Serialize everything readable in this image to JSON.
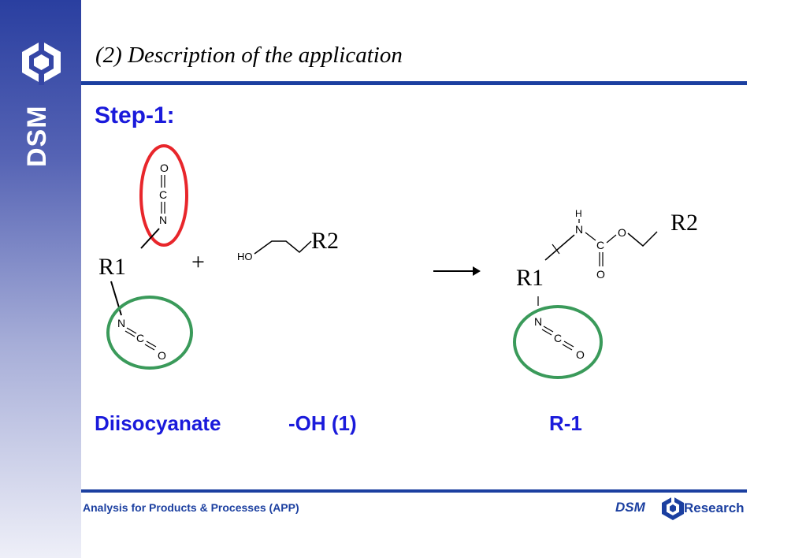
{
  "sidebar": {
    "brand": "DSM",
    "logo_icon": "dsm-hexagon-logo-icon"
  },
  "header": {
    "title": "(2) Description of the application"
  },
  "content": {
    "step_label": "Step-1:",
    "scheme": {
      "r1": "R1",
      "r2": "R2",
      "plus": "+",
      "o": "O",
      "c": "C",
      "n": "N",
      "h": "H",
      "ho": "HO",
      "arrow_icon": "reaction-arrow-icon"
    },
    "labels": {
      "diisocyanate": "Diisocyanate",
      "oh": "-OH (1)",
      "r1_product": "R-1"
    },
    "highlight_colors": {
      "red": "#e8262b",
      "green": "#3a9a5a"
    }
  },
  "footer": {
    "left_text": "Analysis for Products & Processes (APP)",
    "brand": "DSM",
    "research": "Research",
    "logo_icon": "dsm-research-logo-icon"
  }
}
